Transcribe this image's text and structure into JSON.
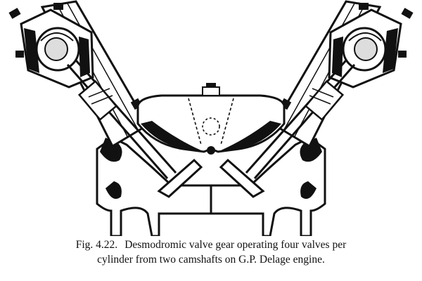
{
  "figure": {
    "label": "Fig. 4.22.",
    "caption_line1": "Desmodromic valve gear operating four valves per",
    "caption_line2": "cylinder from two camshafts on G.P. Delage engine."
  },
  "colors": {
    "ink": "#111111",
    "paper": "#ffffff"
  }
}
